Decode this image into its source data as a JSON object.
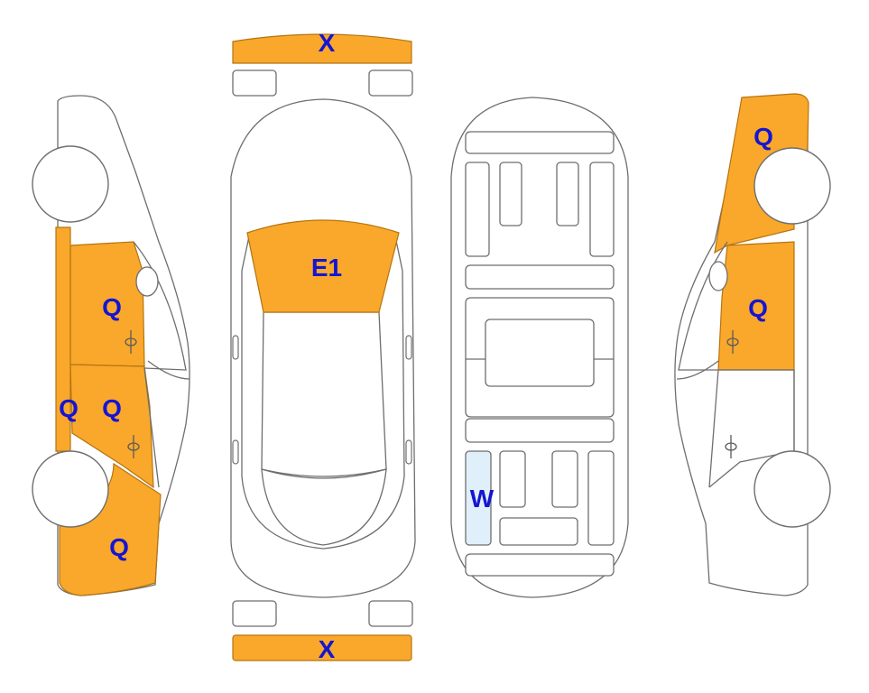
{
  "colors": {
    "damaged_fill": "#f9a82b",
    "damaged_stroke": "#b57410",
    "highlight_fill": "#dff0fa",
    "label_color": "#1515d1"
  },
  "labels": {
    "front_bumper": "X",
    "rear_bumper": "X",
    "windshield": "E1",
    "left_front_door": "Q",
    "left_rear_door": "Q",
    "left_rocker": "Q",
    "left_quarter": "Q",
    "right_quarter": "Q",
    "right_rear_door": "Q",
    "underbody_panel": "W"
  }
}
